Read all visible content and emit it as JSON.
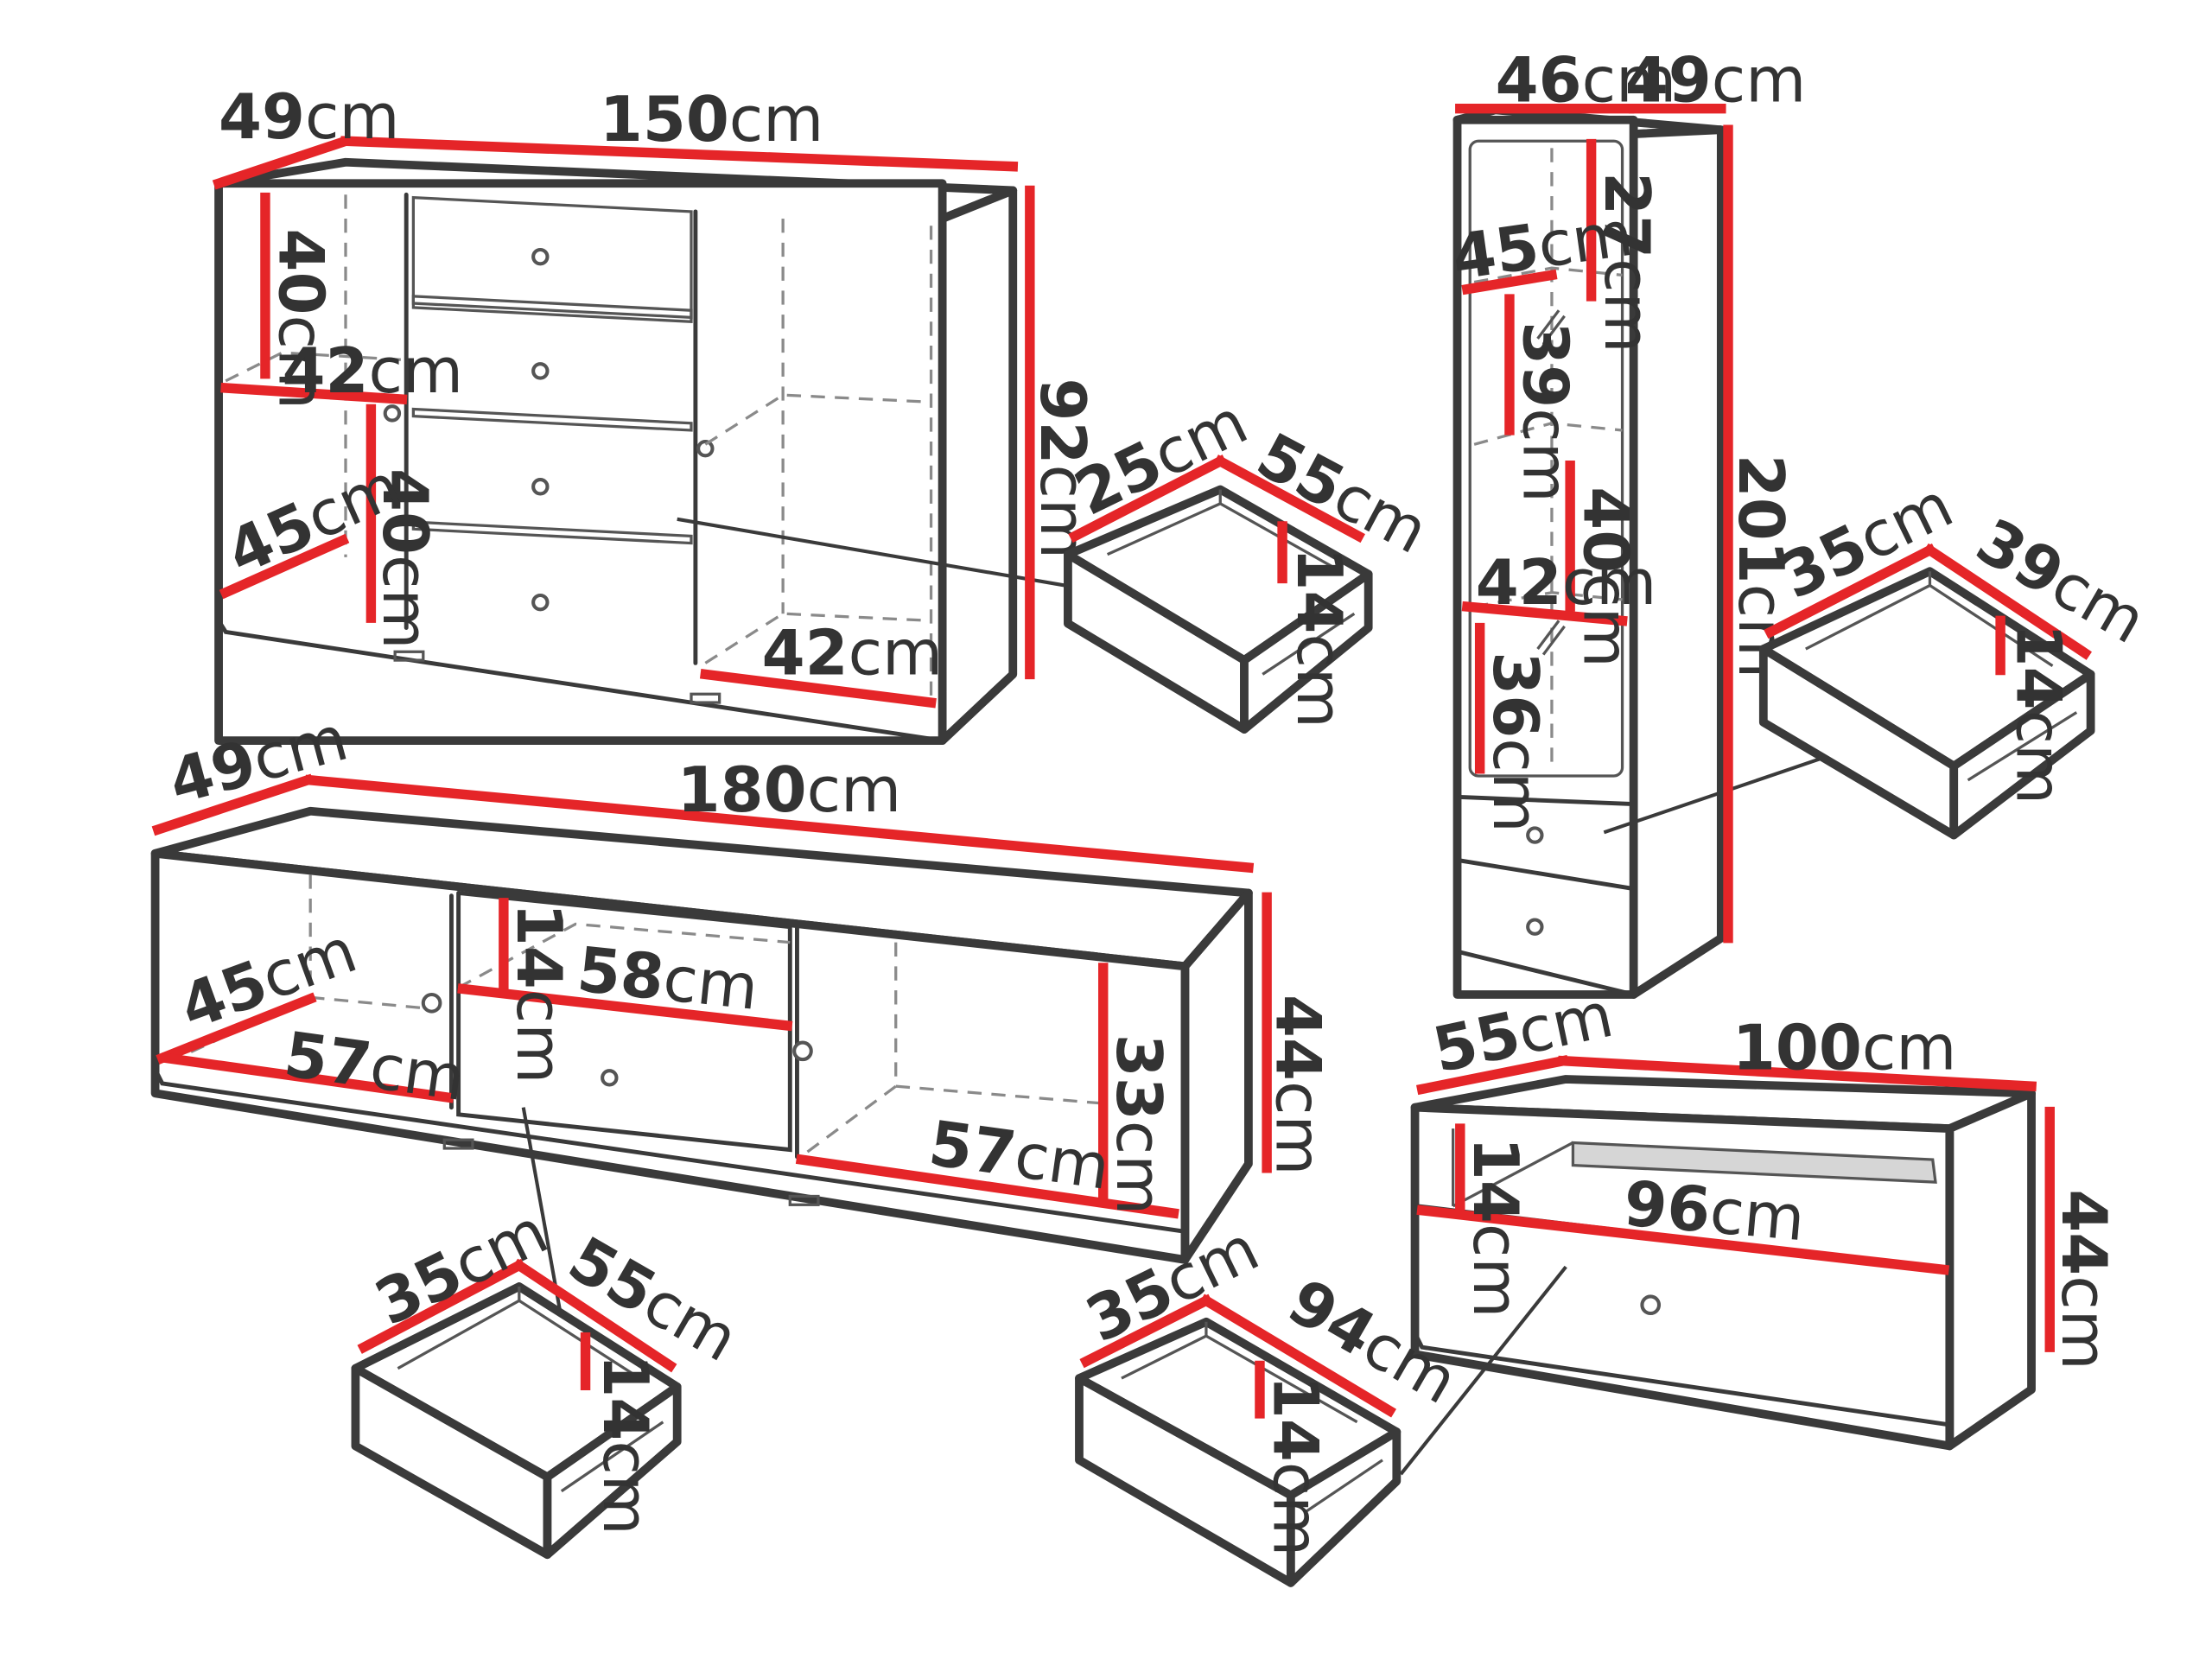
{
  "colors": {
    "dimension_line": "#e52528",
    "outline": "#3a3a3a",
    "hidden_edge": "#8a8a8a",
    "background": "#ffffff"
  },
  "unit": "cm",
  "sideboard": {
    "depth": "49",
    "width": "150",
    "height": "92",
    "upper_shelf_height": "40",
    "upper_shelf_width": "42",
    "lower_shelf_height": "40",
    "lower_shelf_depth": "45",
    "right_compartment_width": "42",
    "drawer": {
      "front_depth": "25",
      "width": "55",
      "height": "14"
    }
  },
  "vitrine": {
    "width": "46",
    "depth": "49",
    "height": "201",
    "shelf_1_height": "27",
    "shelf_depth": "45",
    "shelf_2_height": "39",
    "shelf_3_height": "40",
    "shelf_width": "42",
    "shelf_4_height": "36",
    "drawer": {
      "front_depth": "35",
      "width": "39",
      "height": "14"
    }
  },
  "tv_stand": {
    "depth": "49",
    "width": "180",
    "height": "44",
    "left_compartment_depth": "45",
    "left_compartment_width": "57",
    "niche_height": "14",
    "niche_width": "58",
    "right_compartment_height": "33",
    "right_compartment_width": "57",
    "drawer": {
      "front_depth": "35",
      "width": "55",
      "height": "14"
    }
  },
  "coffee_table": {
    "depth": "55",
    "width": "100",
    "height": "44",
    "niche_height": "14",
    "niche_width": "96",
    "drawer": {
      "front_depth": "35",
      "width": "94",
      "height": "14"
    }
  }
}
